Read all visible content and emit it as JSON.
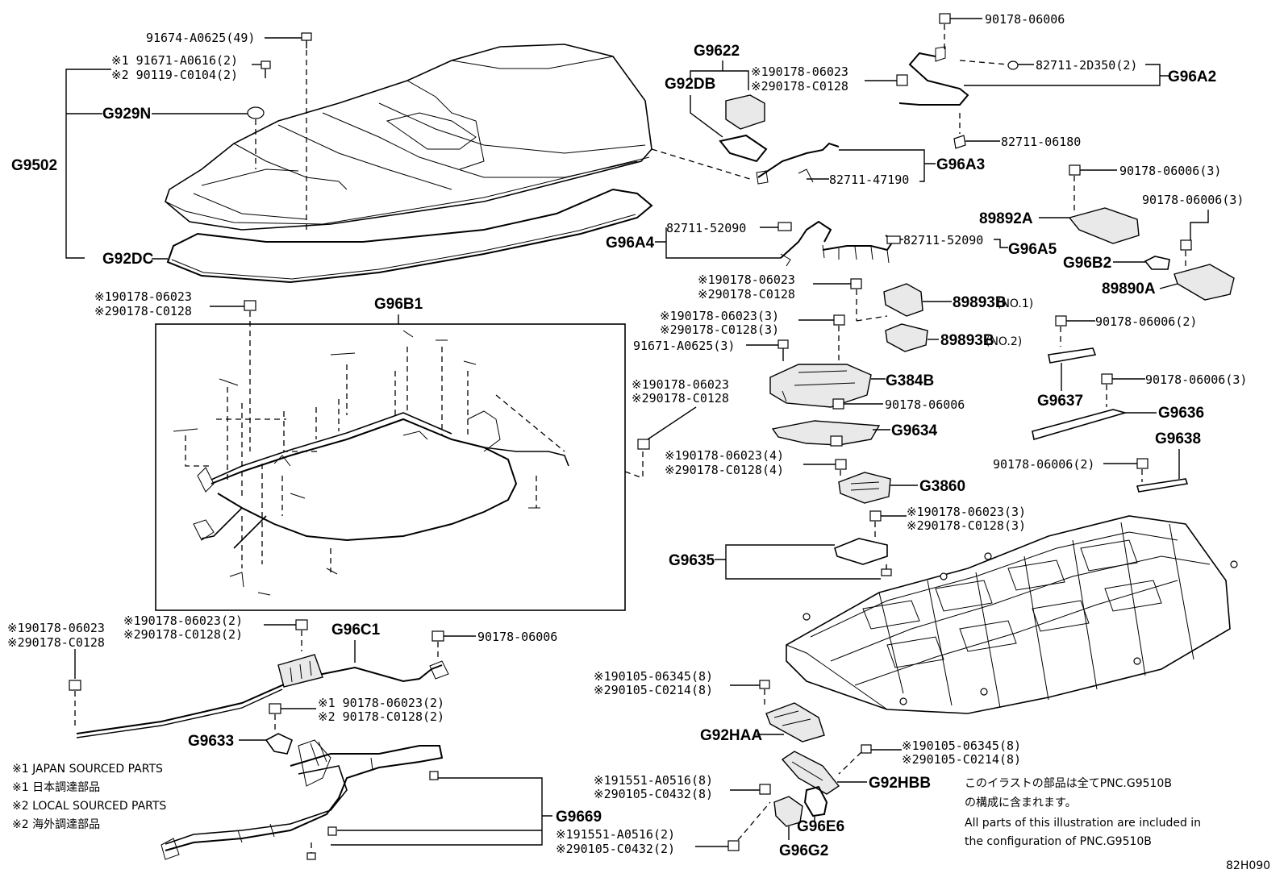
{
  "diagram_id": "82H090",
  "part_labels": {
    "hv_91674": "91674-A0625(49)",
    "m1_91671": "※1 91671-A0616(2)",
    "m2_90119": "※2 90119-C0104(2)",
    "g929n": "G929N",
    "g9502": "G9502",
    "g92dc": "G92DC",
    "g9622": "G9622",
    "g92db": "G92DB",
    "g92db_m1": "※190178-06023",
    "g92db_m2": "※290178-C0128",
    "top_90178": "90178-06006",
    "c82711_2d350": "82711-2D350(2)",
    "g96a2": "G96A2",
    "c82711_06180": "82711-06180",
    "g96a3": "G96A3",
    "c82711_47190": "82711-47190",
    "c90178_06006_3a": "90178-06006(3)",
    "c90178_06006_3b": "90178-06006(3)",
    "c89892a": "89892A",
    "c82711_52090a": "82711-52090",
    "c82711_52090b": "82711-52090",
    "g96a4": "G96A4",
    "g96a5": "G96A5",
    "g96b2": "G96B2",
    "c89890a": "89890A",
    "mid_m1": "※190178-06023",
    "mid_m2": "※290178-C0128",
    "c89893b_1": "89893B",
    "c89893b_1_note": "(NO.1)",
    "c89893b_2": "89893B",
    "c89893b_2_note": "(NO.2)",
    "g384b_m1": "※190178-06023(3)",
    "g384b_m2": "※290178-C0128(3)",
    "c91671_3": "91671-A0625(3)",
    "g384b": "G384B",
    "c90178_06006_2a": "90178-06006(2)",
    "g9637": "G9637",
    "c90178_06006_3c": "90178-06006(3)",
    "g9636": "G9636",
    "g9638": "G9638",
    "c90178_06006_2b": "90178-06006(2)",
    "g9634_bolt": "90178-06006",
    "g9634": "G9634",
    "g3860_m1": "※190178-06023(4)",
    "g3860_m2": "※290178-C0128(4)",
    "g3860": "G3860",
    "g9635_m1": "※190178-06023(3)",
    "g9635_m2": "※290178-C0128(3)",
    "g9635": "G9635",
    "left_m1": "※190178-06023",
    "left_m2": "※290178-C0128",
    "g96b1": "G96B1",
    "box_m1": "※190178-06023",
    "box_m2": "※290178-C0128",
    "c1_m1": "※190178-06023(2)",
    "c1_m2": "※290178-C0128(2)",
    "g96c1": "G96C1",
    "c1_right": "90178-06006",
    "c1_left_m1": "※190178-06023",
    "c1_left_m2": "※290178-C0128",
    "g9633_m1": "※1 90178-06023(2)",
    "g9633_m2": "※2 90178-C0128(2)",
    "g9633": "G9633",
    "g9669": "G9669",
    "g9669_m1": "※191551-A0516(2)",
    "g9669_m2": "※290105-C0432(2)",
    "g92haa_m1": "※190105-06345(8)",
    "g92haa_m2": "※290105-C0214(8)",
    "g92haa": "G92HAA",
    "g92hbb_m1": "※190105-06345(8)",
    "g92hbb_m2": "※290105-C0214(8)",
    "g92hbb": "G92HBB",
    "g96e6_m1": "※191551-A0516(8)",
    "g96e6_m2": "※290105-C0432(8)",
    "g96e6": "G96E6",
    "g96g2": "G96G2"
  },
  "legend": {
    "line1": "※1 JAPAN SOURCED PARTS",
    "line2": "※1 日本調達部品",
    "line3": "※2 LOCAL SOURCED PARTS",
    "line4": "※2 海外調達部品"
  },
  "footnote": {
    "jp1": "このイラストの部品は全てPNC.G9510B",
    "jp2": "の構成に含まれます。",
    "en1": "All parts of this illustration are included in",
    "en2": "the configuration of PNC.G9510B"
  }
}
